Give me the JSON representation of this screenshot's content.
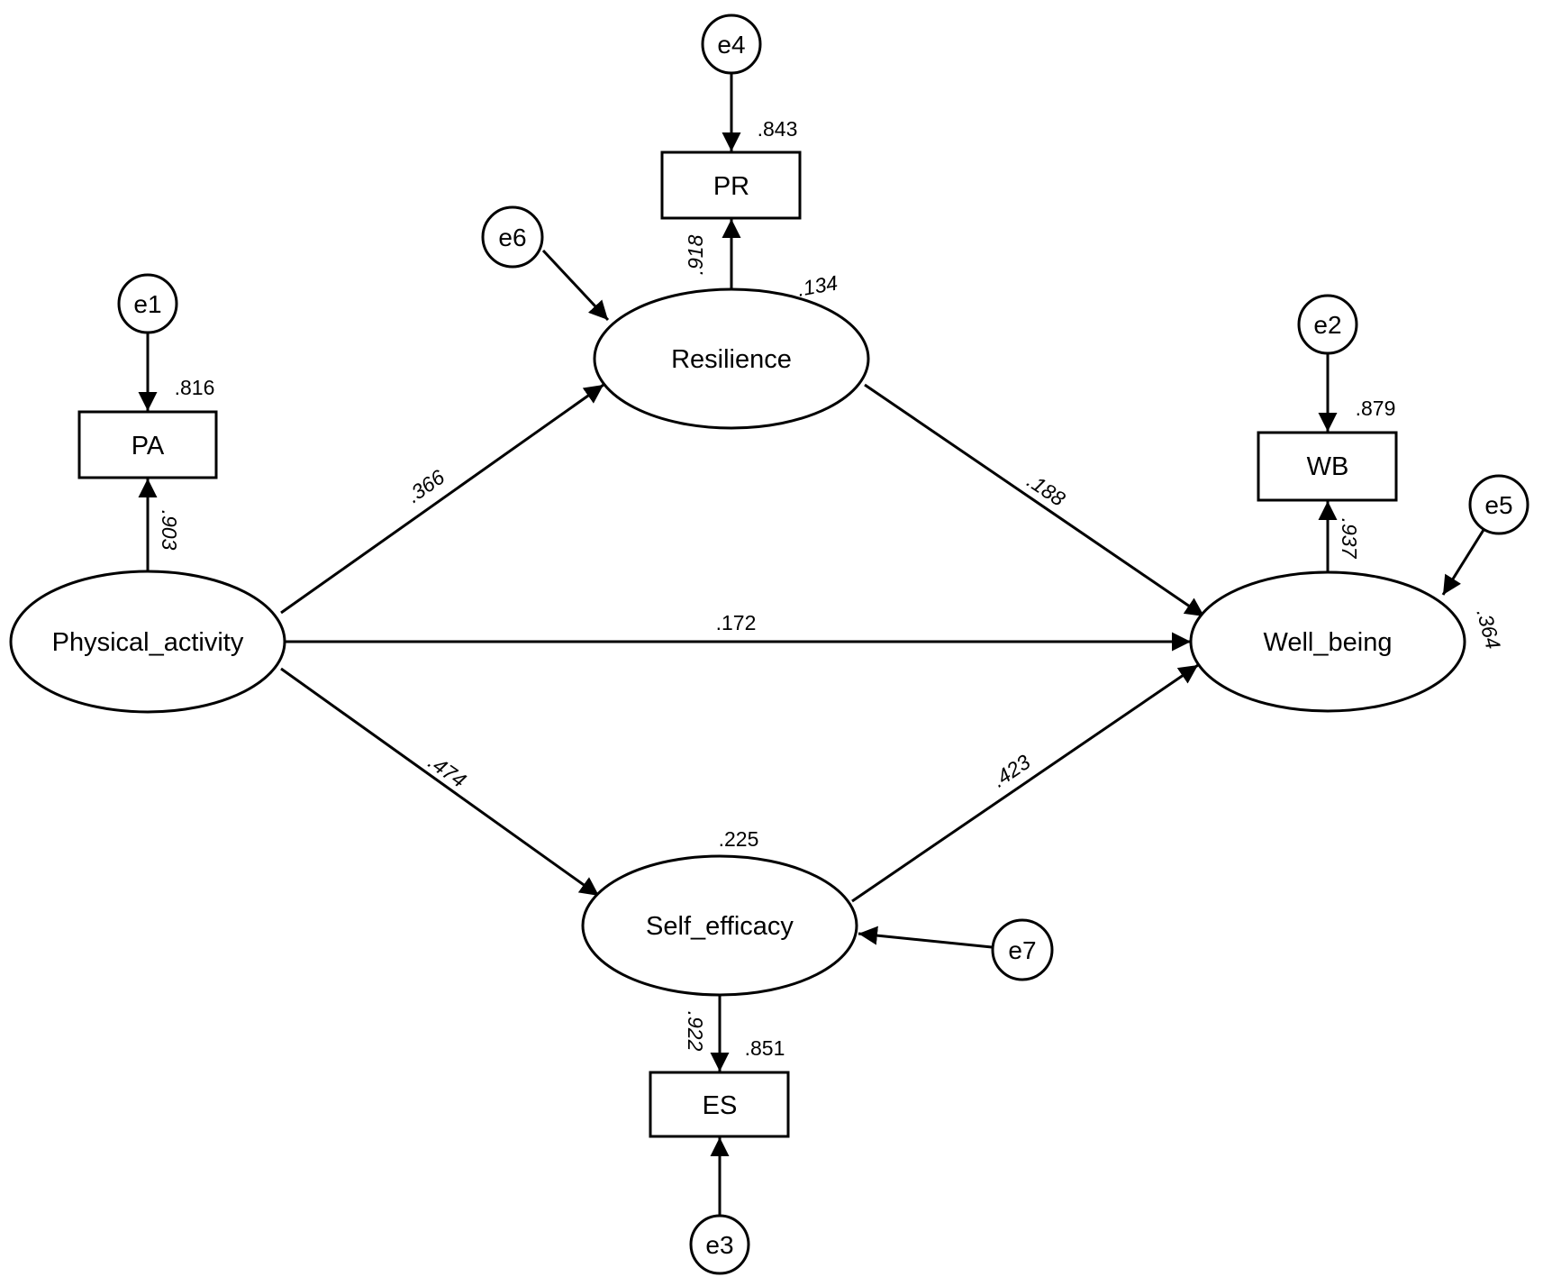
{
  "latent": {
    "physical_activity": "Physical_activity",
    "resilience": "Resilience",
    "well_being": "Well_being",
    "self_efficacy": "Self_efficacy"
  },
  "observed": {
    "pa": "PA",
    "pr": "PR",
    "wb": "WB",
    "es": "ES"
  },
  "errors": {
    "e1": "e1",
    "e2": "e2",
    "e3": "e3",
    "e4": "e4",
    "e5": "e5",
    "e6": "e6",
    "e7": "e7"
  },
  "paths": {
    "pa_to_resilience": ".366",
    "pa_to_well_being": ".172",
    "pa_to_self_efficacy": ".474",
    "resilience_to_well_being": ".188",
    "self_efficacy_to_well_being": ".423"
  },
  "loadings": {
    "pa": ".903",
    "pr": ".918",
    "wb": ".937",
    "es": ".922"
  },
  "r_squared": {
    "pa": ".816",
    "pr": ".843",
    "wb": ".879",
    "es": ".851",
    "resilience": ".134",
    "well_being": ".364",
    "self_efficacy": ".225"
  }
}
